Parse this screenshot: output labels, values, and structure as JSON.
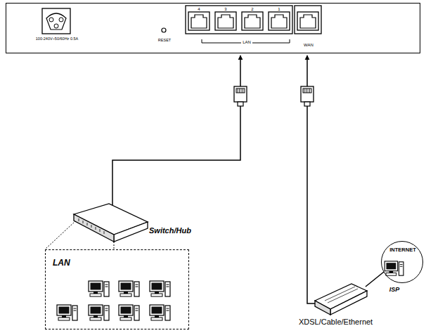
{
  "diagram": {
    "nodes": [
      {
        "text": [
          "100-240V~50/60Hz 0.5A",
          "RESET",
          "LAN",
          "WAN"
        ]
      },
      {
        "text": [
          "Switch/Hub"
        ]
      },
      {
        "text": [
          "LAN"
        ]
      },
      {
        "text": [
          "XDSL/Cable/Ethernet"
        ]
      },
      {
        "text": [
          "INTERNET"
        ]
      }
    ],
    "edges": [
      {
        "from": 1,
        "to": 0,
        "arrow": "to"
      },
      {
        "from": 3,
        "to": 0,
        "arrow": "to"
      },
      {
        "from": 3,
        "to": 4,
        "arrow": "none"
      },
      {
        "from": 1,
        "to": 2,
        "arrow": "none"
      }
    ],
    "labels": [
      "4",
      "3",
      "2",
      "1",
      "ISP"
    ]
  }
}
